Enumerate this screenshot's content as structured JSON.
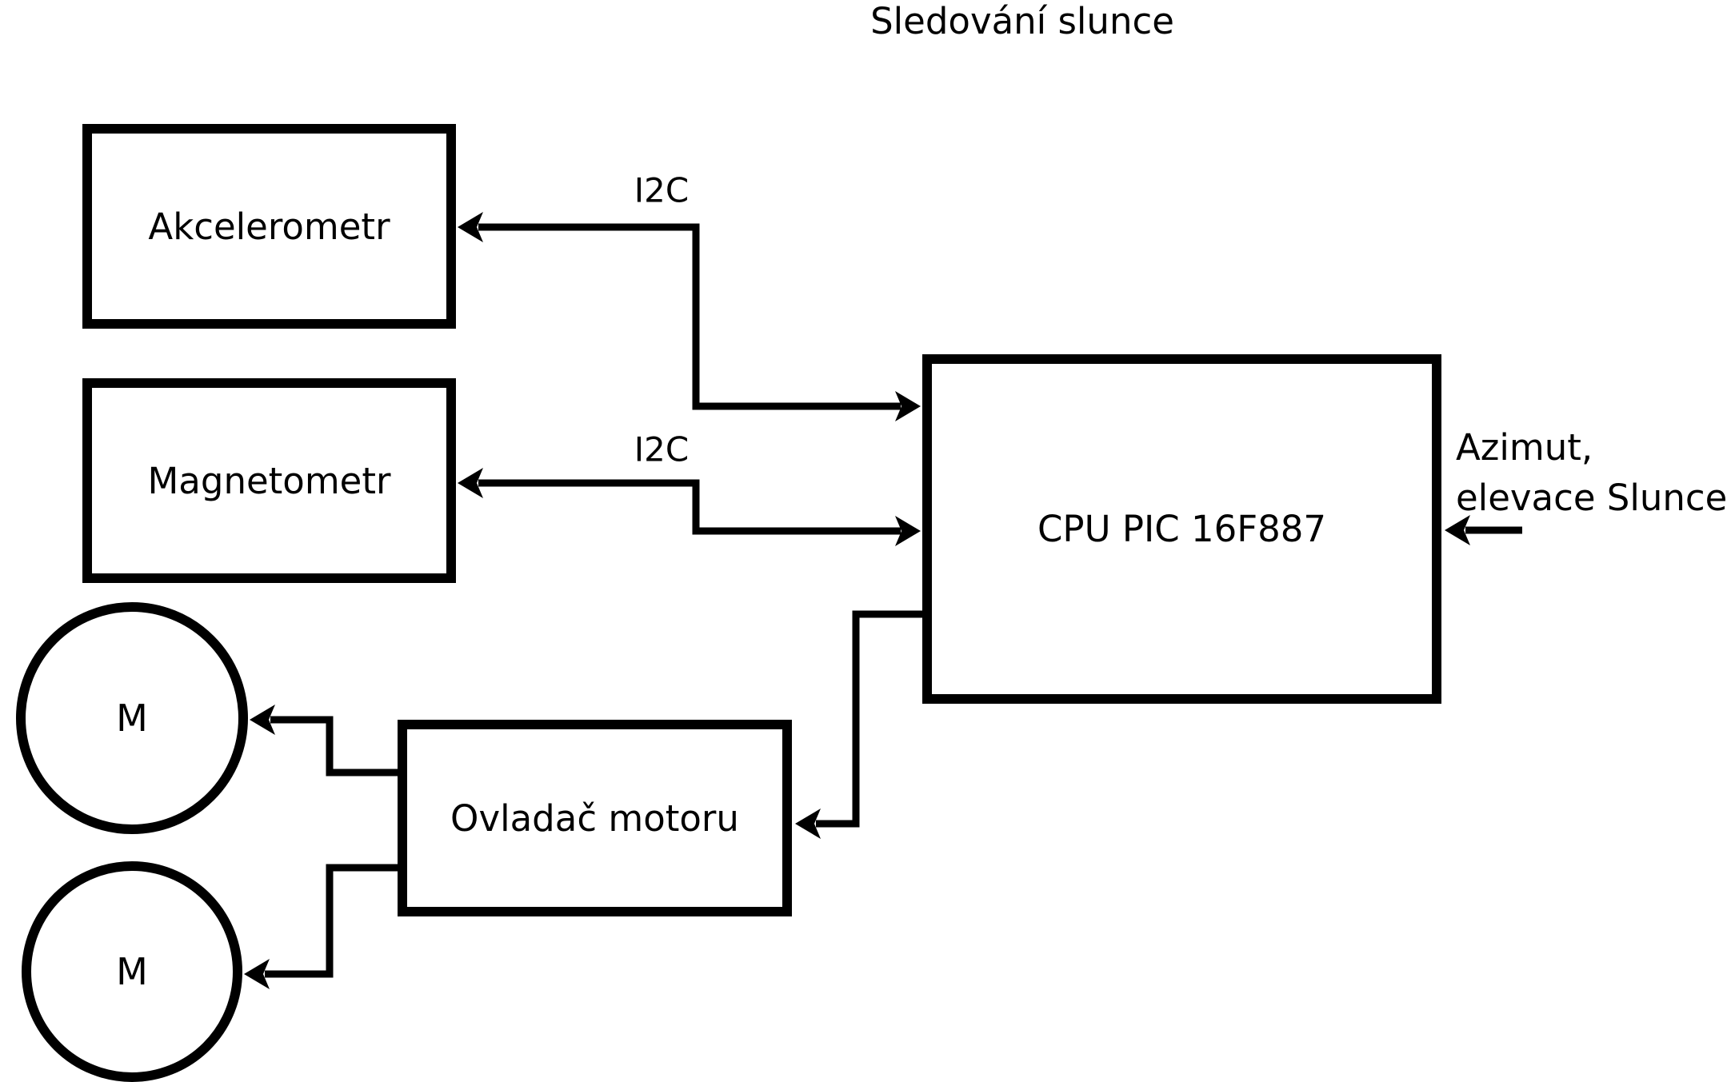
{
  "title": "Sledování slunce",
  "nodes": {
    "akcelerometr": {
      "label": "Akcelerometr"
    },
    "magnetometr": {
      "label": "Magnetometr"
    },
    "cpu": {
      "label": "CPU PIC 16F887"
    },
    "motor_driver": {
      "label": "Ovladač motoru"
    },
    "motor1": {
      "label": "M"
    },
    "motor2": {
      "label": "M"
    }
  },
  "edge_labels": {
    "i2c_akcelerometr": "I2C",
    "i2c_magnetometr": "I2C",
    "azimut_line1": "Azimut,",
    "azimut_line2": "elevace Slunce"
  },
  "colors": {
    "foreground": "#000000",
    "background": "#ffffff"
  }
}
